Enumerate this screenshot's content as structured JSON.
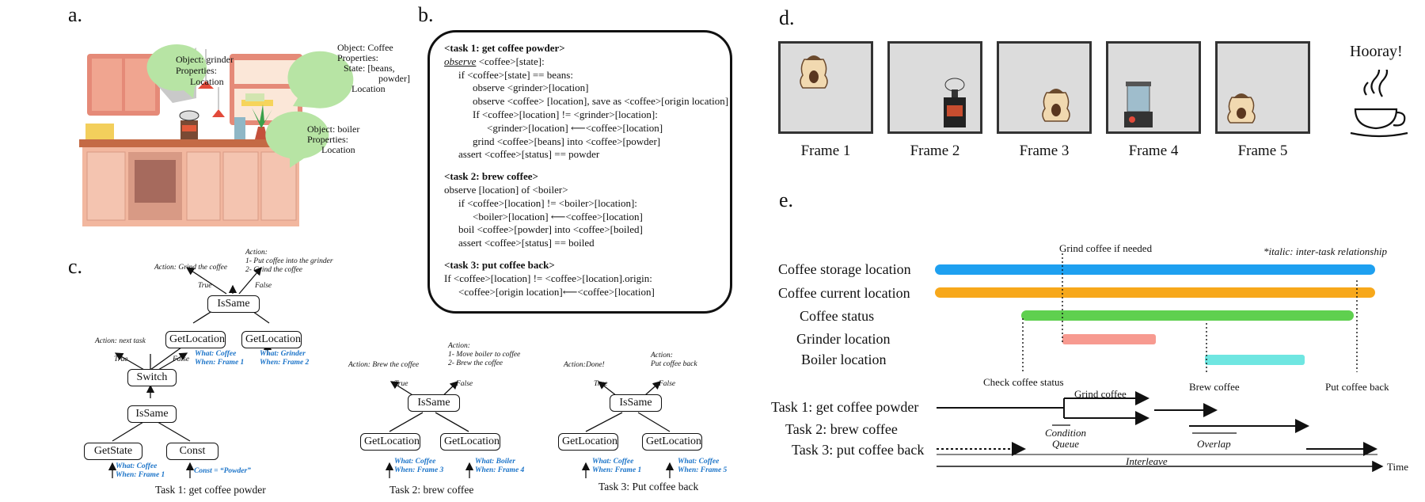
{
  "labels": {
    "a": "a.",
    "b": "b.",
    "c": "c.",
    "d": "d.",
    "e": "e."
  },
  "panel_a": {
    "bubble_grinder": [
      "Object: grinder",
      "Properties:",
      "Location"
    ],
    "bubble_coffee": [
      "Object: Coffee",
      "Properties:",
      "State: [beans,",
      "powder]",
      "Location"
    ],
    "bubble_boiler": [
      "Object: boiler",
      "Properties:",
      "Location"
    ]
  },
  "panel_b": {
    "task1_title": "<task 1: get coffee powder>",
    "task1_observe_kw": "observe",
    "task1_observe_rest": " <coffee>[state]:",
    "task1_lines": [
      "if <coffee>[state] == beans:",
      "observe <grinder>[location]",
      "observe <coffee> [location], save as <coffee>[origin location]",
      "If <coffee>[location] != <grinder>[location]:",
      "<grinder>[location] ⟵<coffee>[location]",
      "grind <coffee>[beans] into <coffee>[powder]",
      "assert <coffee>[status] == powder"
    ],
    "task2_title": "<task 2: brew coffee>",
    "task2_lines": [
      "observe [location] of <boiler>",
      "if <coffee>[location] != <boiler>[location]:",
      "<boiler>[location] ⟵<coffee>[location]",
      "boil <coffee>[powder] into <coffee>[boiled]",
      "assert <coffee>[status] == boiled"
    ],
    "task3_title": "<task 3: put coffee back>",
    "task3_lines": [
      "If <coffee>[location] != <coffee>[location].origin:",
      "<coffee>[origin location]⟵<coffee>[location]"
    ]
  },
  "panel_c": {
    "task1": {
      "caption": "Task 1: get coffee powder",
      "nodes": {
        "issame_top": "IsSame",
        "getloc_left": "GetLocation",
        "getloc_right": "GetLocation",
        "switch": "Switch",
        "issame_mid": "IsSame",
        "getstate": "GetState",
        "const": "Const"
      },
      "actions": {
        "grind": "Action: Grind the coffee",
        "action_hdr": "Action:",
        "put1": "1- Put coffee into the grinder",
        "put2": "2- Grind the coffee",
        "next": "Action: next task"
      },
      "edges": {
        "true1": "True",
        "false1": "False",
        "true2": "True",
        "false2": "False"
      },
      "blue": {
        "what_coffee_f1": "What: Coffee",
        "when_f1": "When: Frame 1",
        "what_grinder": "What: Grinder",
        "when_f2": "When: Frame 2",
        "gs_what": "What: Coffee",
        "gs_when": "When: Frame 1",
        "const": "Const = “Powder”"
      }
    },
    "task2": {
      "caption": "Task 2: brew coffee",
      "nodes": {
        "issame": "IsSame",
        "getloc_left": "GetLocation",
        "getloc_right": "GetLocation"
      },
      "actions": {
        "brew": "Action: Brew the coffee",
        "hdr": "Action:",
        "move1": "1- Move boiler to coffee",
        "move2": "2- Brew the coffee"
      },
      "edges": {
        "true": "True",
        "false": "False"
      },
      "blue": {
        "what_l": "What: Coffee",
        "when_l": "When: Frame 3",
        "what_r": "What: Boiler",
        "when_r": "When: Frame 4"
      }
    },
    "task3": {
      "caption": "Task 3: Put coffee back",
      "nodes": {
        "issame": "IsSame",
        "getloc_left": "GetLocation",
        "getloc_right": "GetLocation"
      },
      "actions": {
        "done": "Action:Done!",
        "hdr": "Action:",
        "put": "Put coffee back"
      },
      "edges": {
        "true": "True",
        "false": "False"
      },
      "blue": {
        "what_l": "What: Coffee",
        "when_l": "When: Frame 1",
        "what_r": "What: Coffee",
        "when_r": "When: Frame 5"
      }
    }
  },
  "panel_d": {
    "frames": [
      "Frame 1",
      "Frame 2",
      "Frame 3",
      "Frame 4",
      "Frame 5"
    ],
    "hooray": "Hooray!"
  },
  "panel_e": {
    "note": "*italic: inter-task relationship",
    "grind_if": "Grind coffee if needed",
    "rows": [
      "Coffee storage location",
      "Coffee current location",
      "Coffee status",
      "Grinder location",
      "Boiler location"
    ],
    "markers": [
      "Check coffee status",
      "Brew coffee",
      "Put coffee back"
    ],
    "tasks": [
      "Task 1: get coffee powder",
      "Task 2: brew coffee",
      "Task 3: put coffee back"
    ],
    "grind_coffee": "Grind coffee",
    "condition": "Condition",
    "queue": "Queue",
    "overlap": "Overlap",
    "interleave": "Interleave",
    "time": "Time",
    "colors": {
      "storage": "#1ea0f0",
      "current": "#f7a81b",
      "status": "#5fd04f",
      "grinder": "#f79a90",
      "boiler": "#6fe6e1"
    }
  }
}
